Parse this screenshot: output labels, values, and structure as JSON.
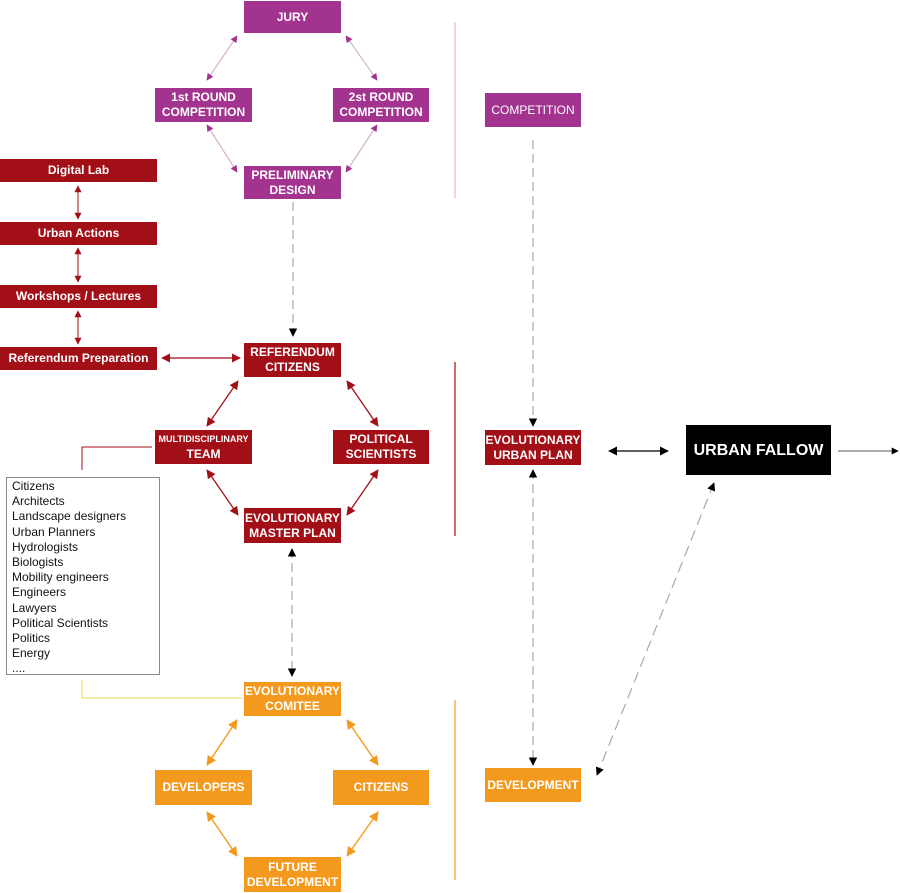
{
  "competition_loop": {
    "jury": "JURY",
    "first_round": [
      "1st ROUND",
      "COMPETITION"
    ],
    "second_round": [
      "2st ROUND",
      "COMPETITION"
    ],
    "preliminary_design": [
      "PRELIMINARY",
      "DESIGN"
    ]
  },
  "side_track": {
    "digital_lab": "Digital Lab",
    "urban_actions": "Urban Actions",
    "workshops": "Workshops / Lectures",
    "referendum_preparation": "Referendum Preparation"
  },
  "referendum_loop": {
    "referendum_citizens": [
      "REFERENDUM",
      "CITIZENS"
    ],
    "multidisciplinary_team": [
      "MULTIDISCIPLINARY",
      "TEAM"
    ],
    "political_scientists": [
      "POLITICAL",
      "SCIENTISTS"
    ],
    "evolutionary_master_plan": [
      "EVOLUTIONARY",
      "MASTER PLAN"
    ]
  },
  "team_members": [
    "Citizens",
    "Architects",
    "Landscape designers",
    "Urban Planners",
    "Hydrologists",
    "Biologists",
    "Mobility engineers",
    "Engineers",
    "Lawyers",
    "Political Scientists",
    "Politics",
    "Energy",
    "...."
  ],
  "development_loop": {
    "evolutionary_comitee": [
      "EVOLUTIONARY",
      "COMITEE"
    ],
    "developers": "DEVELOPERS",
    "citizens": "CITIZENS",
    "future_development": [
      "FUTURE",
      "DEVELOPMENT"
    ]
  },
  "right_column": {
    "competition": "COMPETITION",
    "evolutionary_urban_plan": [
      "EVOLUTIONARY",
      "URBAN PLAN"
    ],
    "development": "DEVELOPMENT",
    "urban_fallow": "URBAN FALLOW"
  },
  "colors": {
    "purple": "#a2338f",
    "red": "#a30f17",
    "orange": "#f39a1e",
    "black": "#000000"
  }
}
